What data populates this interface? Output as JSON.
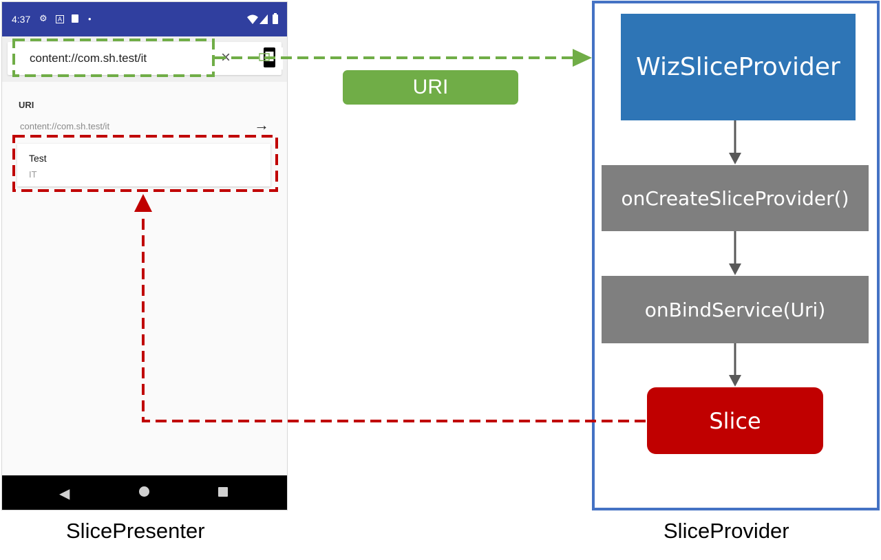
{
  "phone": {
    "status_time": "4:37",
    "url_value": "content://com.sh.test/it",
    "uri_label": "URI",
    "uri_value": "content://com.sh.test/it",
    "card": {
      "title": "Test",
      "subtitle": "IT"
    }
  },
  "captions": {
    "left": "SlicePresenter",
    "right": "SliceProvider"
  },
  "uri_tag": "URI",
  "provider": {
    "boxes": [
      "WizSliceProvider",
      "onCreateSliceProvider()",
      "onBindService(Uri)",
      "Slice"
    ]
  },
  "colors": {
    "green": "#70ad47",
    "blue": "#2e75b6",
    "gray": "#7f7f7f",
    "red": "#c00000",
    "frame": "#4472c4",
    "status_bar": "#303f9f"
  },
  "icons": [
    "settings-icon",
    "a-icon",
    "sd-card-icon",
    "wifi-icon",
    "signal-icon",
    "battery-icon",
    "close-icon",
    "device-icon",
    "arrow-right-icon",
    "back-icon",
    "home-icon",
    "recents-icon"
  ]
}
